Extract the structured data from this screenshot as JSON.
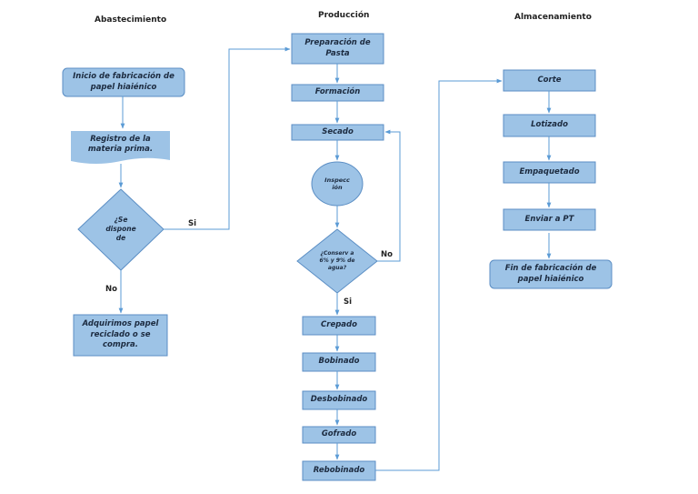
{
  "lanes": {
    "abastecimiento": "Abastecimiento",
    "produccion": "Producción",
    "almacenamiento": "Almacenamiento"
  },
  "nodes": {
    "inicio": "Inicio de fabricación de papel hiaiénico",
    "registro": "Registro de la materia prima.",
    "se_dispone": "¿Se dispone de",
    "adquirimos": "Adquirimos papel reciclado o se compra.",
    "preparacion": "Preparación de Pasta",
    "formacion": "Formación",
    "secado": "Secado",
    "inspeccion": "Inspecc ión",
    "conserva": "¿Conserv a 6% y 9% de agua?",
    "crepado": "Crepado",
    "bobinado": "Bobinado",
    "desbobinado": "Desbobinado",
    "gofrado": "Gofrado",
    "rebobinado": "Rebobinado",
    "corte": "Corte",
    "lotizado": "Lotizado",
    "empaquetado": "Empaquetado",
    "enviar": "Enviar a PT",
    "fin": "Fin de fabricación de papel hiaiénico"
  },
  "edge_labels": {
    "si_1": "Si",
    "no_1": "No",
    "no_2": "No",
    "si_2": "Si"
  },
  "colors": {
    "fill": "#9dc3e6",
    "stroke": "#5b8ec4",
    "arrow": "#5b9bd5"
  }
}
